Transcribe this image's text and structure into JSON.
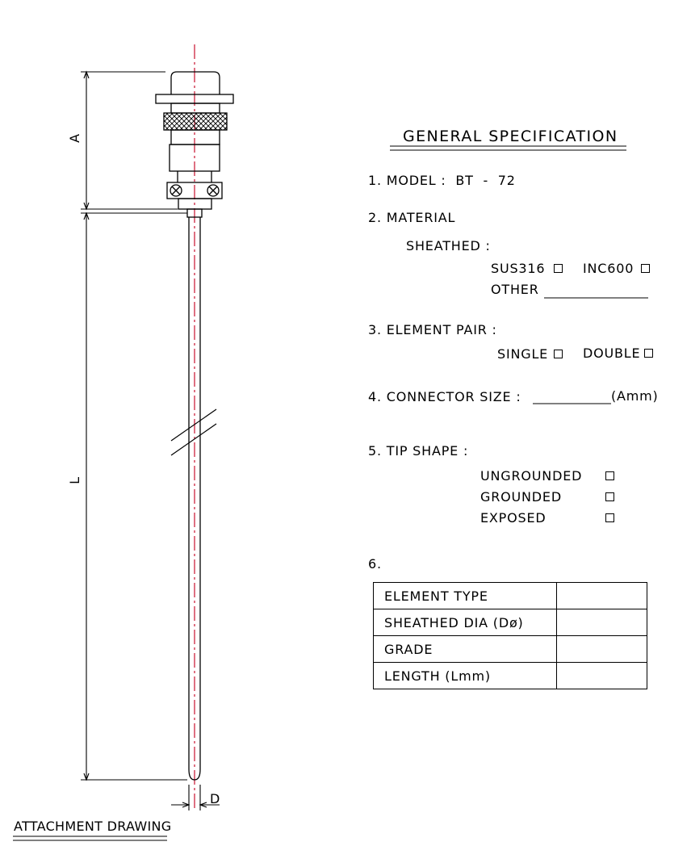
{
  "drawing": {
    "dim_a": "A",
    "dim_l": "L",
    "dim_d": "D",
    "footer_title": "ATTACHMENT DRAWING"
  },
  "spec": {
    "title": "GENERAL SPECIFICATION",
    "model": "1. MODEL :  BT  -  72",
    "material": "2. MATERIAL",
    "sheathed": "SHEATHED :",
    "sus316": "SUS316",
    "inc600": "INC600",
    "other": "OTHER",
    "element_pair": "3. ELEMENT PAIR :",
    "single": "SINGLE",
    "double": "DOUBLE",
    "connector_size": "4. CONNECTOR SIZE :",
    "connector_unit": "(Amm)",
    "tip_shape": "5. TIP SHAPE :",
    "ungrounded": "UNGROUNDED",
    "grounded": "GROUNDED",
    "exposed": "EXPOSED",
    "item6": "6.",
    "table_rows": [
      {
        "label": "ELEMENT TYPE",
        "value": ""
      },
      {
        "label": "SHEATHED DIA (Dø)",
        "value": ""
      },
      {
        "label": "GRADE",
        "value": ""
      },
      {
        "label": "LENGTH (Lmm)",
        "value": ""
      }
    ]
  }
}
